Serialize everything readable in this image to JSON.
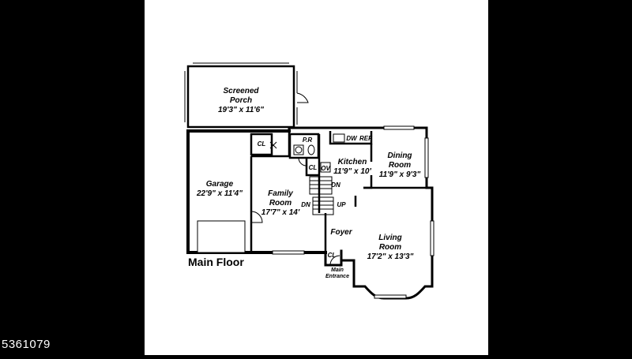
{
  "listing_id": "5361079",
  "floor_title": "Main Floor",
  "rooms": {
    "porch": {
      "name_line1": "Screened",
      "name_line2": "Porch",
      "dims": "19'3\" x 11'6\""
    },
    "garage": {
      "name": "Garage",
      "dims": "22'9\" x 11'4\""
    },
    "family": {
      "name_line1": "Family",
      "name_line2": "Room",
      "dims": "17'7\" x 14'"
    },
    "kitchen": {
      "name": "Kitchen",
      "dims": "11'9\" x 10'"
    },
    "dining": {
      "name_line1": "Dining",
      "name_line2": "Room",
      "dims": "11'9\" x 9'3\""
    },
    "living": {
      "name_line1": "Living",
      "name_line2": "Room",
      "dims": "17'2\" x 13'3\""
    },
    "foyer": {
      "name": "Foyer"
    },
    "entrance": {
      "line1": "Main",
      "line2": "Entrance"
    }
  },
  "labels": {
    "powder_room": "P.R",
    "closet": "CL",
    "oven": "OV",
    "dishwasher": "DW",
    "refrigerator": "REF",
    "stairs_down": "DN",
    "stairs_up": "UP"
  }
}
